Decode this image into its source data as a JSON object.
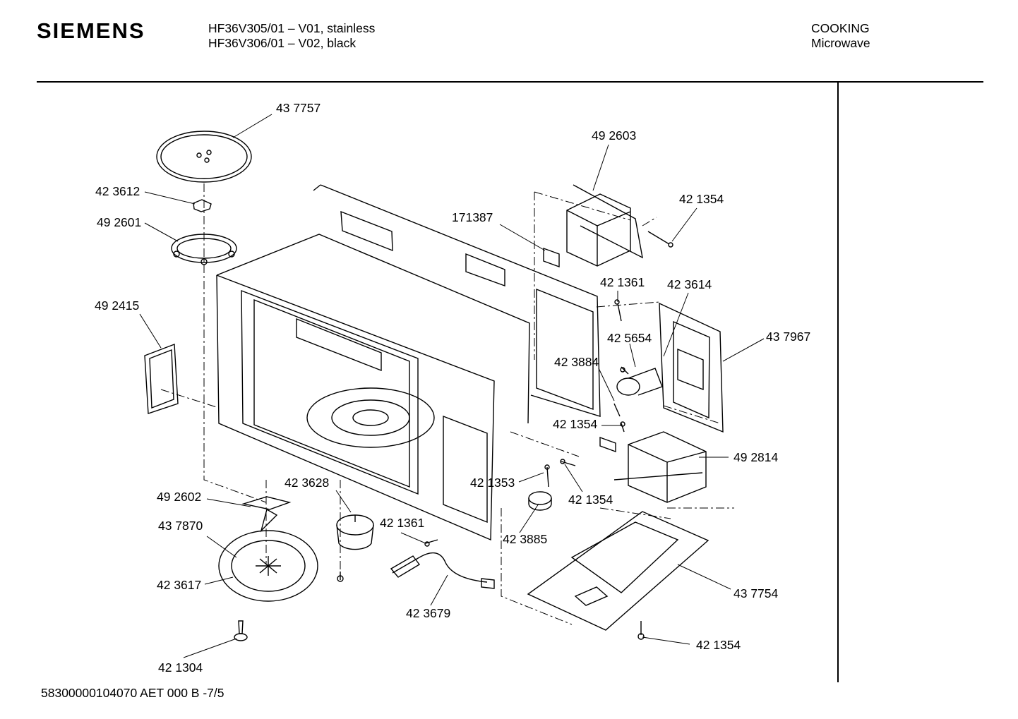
{
  "header": {
    "brand": "SIEMENS",
    "model_line_1": "HF36V305/01 – V01, stainless",
    "model_line_2": "HF36V306/01 – V02, black",
    "category": "COOKING",
    "subcategory": "Microwave"
  },
  "parts": [
    {
      "id": "p_437757",
      "label": "43 7757"
    },
    {
      "id": "p_423612",
      "label": "42 3612"
    },
    {
      "id": "p_492601",
      "label": "49 2601"
    },
    {
      "id": "p_492415",
      "label": "49 2415"
    },
    {
      "id": "p_492603",
      "label": "49 2603"
    },
    {
      "id": "p_421354_a",
      "label": "42 1354"
    },
    {
      "id": "p_171387",
      "label": "171387"
    },
    {
      "id": "p_421361_a",
      "label": "42 1361"
    },
    {
      "id": "p_423614",
      "label": "42 3614"
    },
    {
      "id": "p_425654",
      "label": "42 5654"
    },
    {
      "id": "p_437967",
      "label": "43 7967"
    },
    {
      "id": "p_423884",
      "label": "42 3884"
    },
    {
      "id": "p_421354_b",
      "label": "42 1354"
    },
    {
      "id": "p_492814",
      "label": "49 2814"
    },
    {
      "id": "p_423628",
      "label": "42 3628"
    },
    {
      "id": "p_421353",
      "label": "42 1353"
    },
    {
      "id": "p_421354_c",
      "label": "42 1354"
    },
    {
      "id": "p_492602",
      "label": "49 2602"
    },
    {
      "id": "p_437870",
      "label": "43 7870"
    },
    {
      "id": "p_421361_b",
      "label": "42 1361"
    },
    {
      "id": "p_423885",
      "label": "42 3885"
    },
    {
      "id": "p_423617",
      "label": "42 3617"
    },
    {
      "id": "p_437754",
      "label": "43 7754"
    },
    {
      "id": "p_423679",
      "label": "42 3679"
    },
    {
      "id": "p_421354_d",
      "label": "42 1354"
    },
    {
      "id": "p_421304",
      "label": "42 1304"
    }
  ],
  "footer": {
    "doc_code": "58300000104070 AET 000 B  -7/5"
  }
}
